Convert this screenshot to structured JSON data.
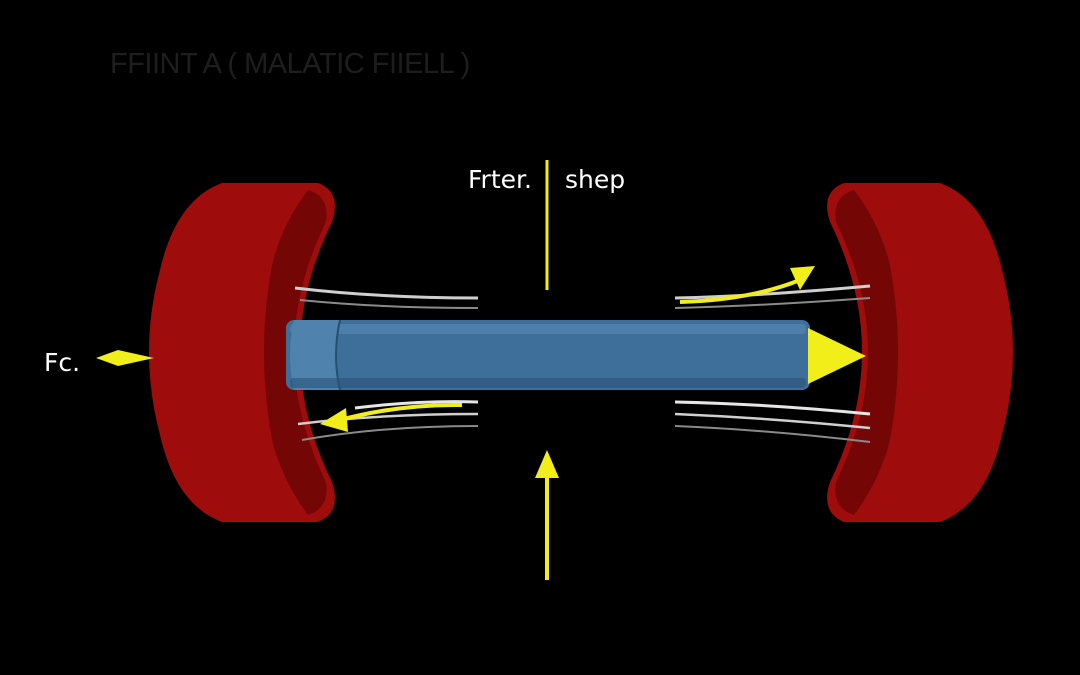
{
  "diagram": {
    "title": "FFIINT A ( MALATIC FIIELL )",
    "labels": {
      "top_left": "Frter.",
      "top_right": "shep",
      "left_side": "Fc."
    },
    "colors": {
      "background": "#000000",
      "magnet": "#9e0c0c",
      "magnet_shadow": "#6d0606",
      "rod": "#3d6f9a",
      "rod_cap": "#4f82ad",
      "arrow": "#f2ee1a",
      "field_line": "#d9d9d9",
      "label": "#ffffff"
    },
    "icons": {
      "arrow_head": "triangle",
      "double_arrow": "diamond"
    }
  }
}
